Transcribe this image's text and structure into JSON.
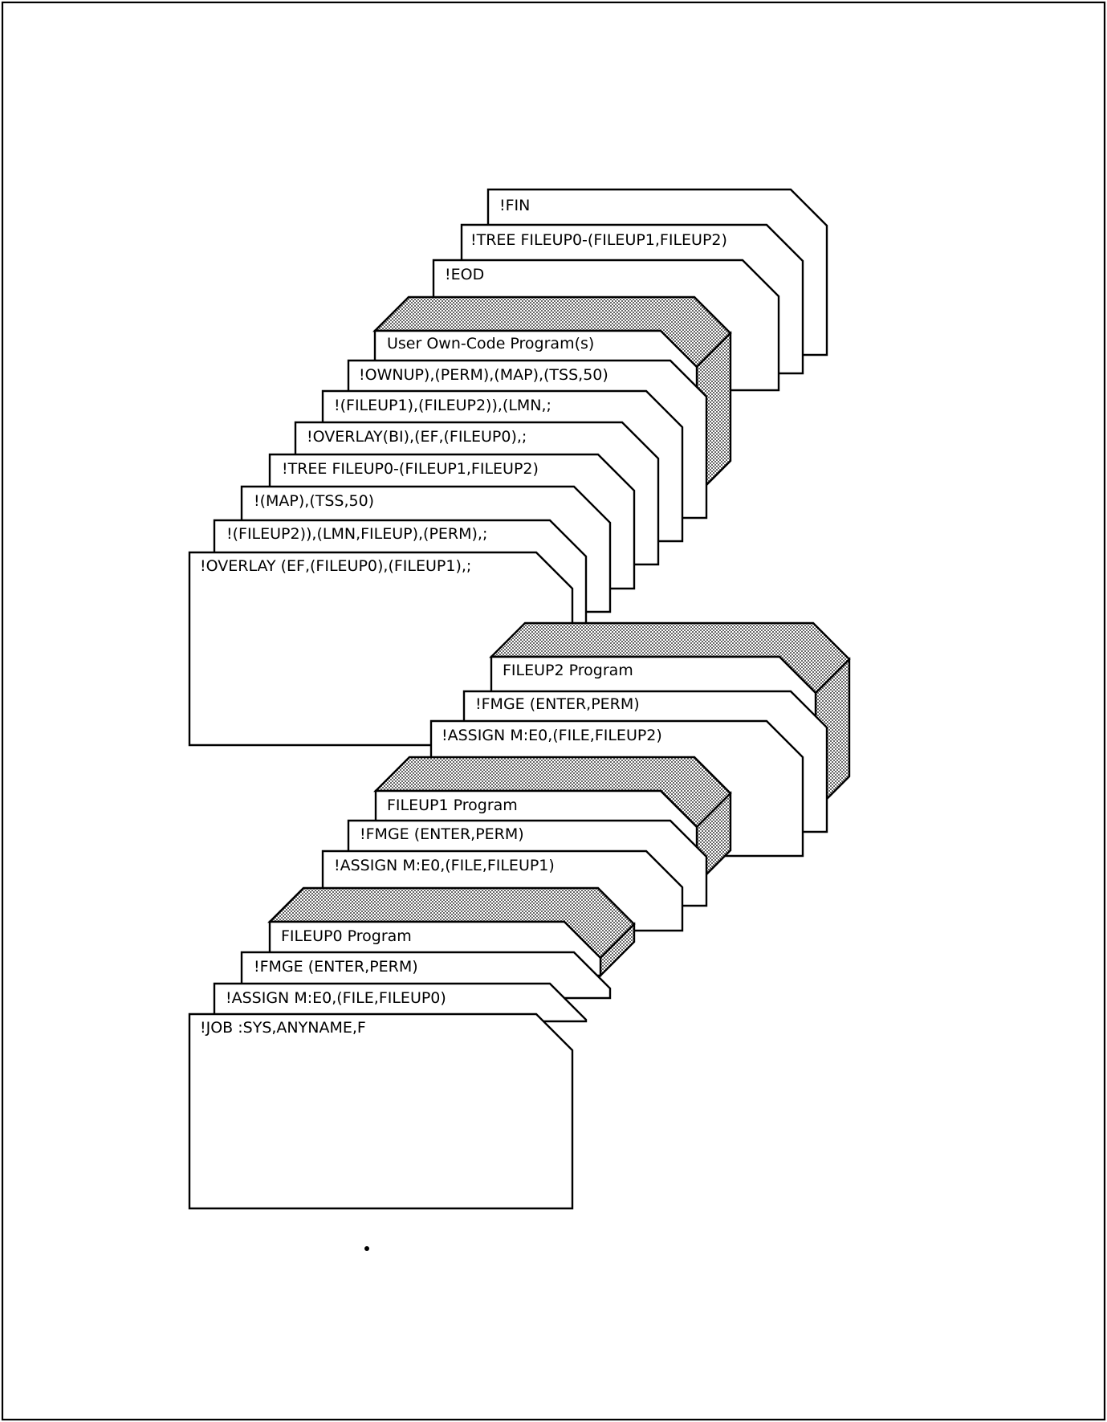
{
  "figure": {
    "type": "card deck diagram",
    "ribbon_fill": "#9a9a9a",
    "line_color": "#000000",
    "background": "#ffffff"
  },
  "cards": [
    {
      "id": "fin",
      "label": "!FIN",
      "kind": "card"
    },
    {
      "id": "tree-top",
      "label": "!TREE FILEUP0-(FILEUP1,FILEUP2)",
      "kind": "card"
    },
    {
      "id": "eod",
      "label": "!EOD",
      "kind": "card"
    },
    {
      "id": "own-code-program",
      "label": "User Own-Code Program(s)",
      "kind": "program"
    },
    {
      "id": "ownup",
      "label": "!OWNUP),(PERM),(MAP),(TSS,50)",
      "kind": "card"
    },
    {
      "id": "fileup1-fileup2",
      "label": "!(FILEUP1),(FILEUP2)),(LMN,;",
      "kind": "card"
    },
    {
      "id": "overlay-bi",
      "label": "!OVERLAY(BI),(EF,(FILEUP0),;",
      "kind": "card"
    },
    {
      "id": "tree-mid",
      "label": "!TREE FILEUP0-(FILEUP1,FILEUP2)",
      "kind": "card"
    },
    {
      "id": "map-tss",
      "label": "!(MAP),(TSS,50)",
      "kind": "card"
    },
    {
      "id": "fileup2-lmn",
      "label": "!(FILEUP2)),(LMN,FILEUP),(PERM),;",
      "kind": "card"
    },
    {
      "id": "overlay-ef",
      "label": "!OVERLAY (EF,(FILEUP0),(FILEUP1),;",
      "kind": "card"
    },
    {
      "id": "fileup2-program",
      "label": "FILEUP2 Program",
      "kind": "program"
    },
    {
      "id": "fmge-2",
      "label": "!FMGE (ENTER,PERM)",
      "kind": "card"
    },
    {
      "id": "assign-fileup2",
      "label": "!ASSIGN M:E0,(FILE,FILEUP2)",
      "kind": "card"
    },
    {
      "id": "fileup1-program",
      "label": "FILEUP1 Program",
      "kind": "program"
    },
    {
      "id": "fmge-1",
      "label": "!FMGE (ENTER,PERM)",
      "kind": "card"
    },
    {
      "id": "assign-fileup1",
      "label": "!ASSIGN M:E0,(FILE,FILEUP1)",
      "kind": "card"
    },
    {
      "id": "fileup0-program",
      "label": "FILEUP0 Program",
      "kind": "program"
    },
    {
      "id": "fmge-0",
      "label": "!FMGE (ENTER,PERM)",
      "kind": "card"
    },
    {
      "id": "assign-fileup0",
      "label": "!ASSIGN M:E0,(FILE,FILEUP0)",
      "kind": "card"
    },
    {
      "id": "job",
      "label": "!JOB :SYS,ANYNAME,F",
      "kind": "card"
    }
  ]
}
